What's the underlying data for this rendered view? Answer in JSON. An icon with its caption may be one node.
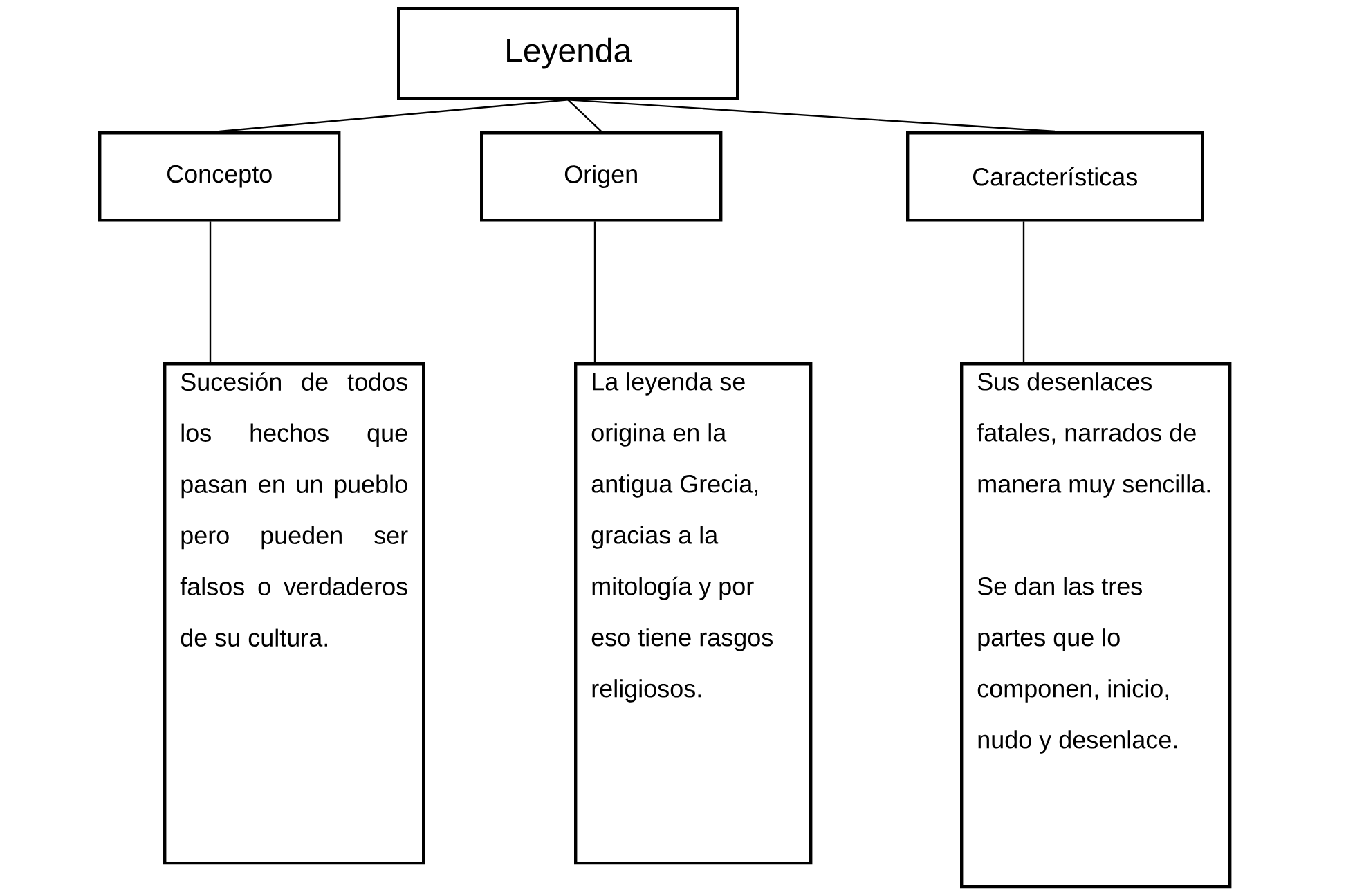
{
  "diagram": {
    "nodes": [
      {
        "text": [
          "Leyenda"
        ]
      },
      {
        "text": [
          "Concepto"
        ]
      },
      {
        "text": [
          "Origen"
        ]
      },
      {
        "text": [
          "Características"
        ]
      },
      {
        "text": [
          "Sucesión de todos los hechos que pasan en un pueblo pero pueden ser falsos o verdaderos de su cultura."
        ]
      },
      {
        "text": [
          "La leyenda se origina en la antigua Grecia, gracias a la mitología y por eso tiene rasgos religiosos."
        ]
      },
      {
        "text": [
          "Sus desenlaces fatales, narrados de manera muy sencilla.",
          "Se dan las tres partes que lo componen, inicio, nudo y desenlace."
        ]
      }
    ],
    "edges": [
      {
        "from": 0,
        "to": 1,
        "arrow": "none"
      },
      {
        "from": 0,
        "to": 2,
        "arrow": "none"
      },
      {
        "from": 0,
        "to": 3,
        "arrow": "none"
      },
      {
        "from": 1,
        "to": 4,
        "arrow": "none"
      },
      {
        "from": 2,
        "to": 5,
        "arrow": "none"
      },
      {
        "from": 3,
        "to": 6,
        "arrow": "none"
      }
    ]
  }
}
